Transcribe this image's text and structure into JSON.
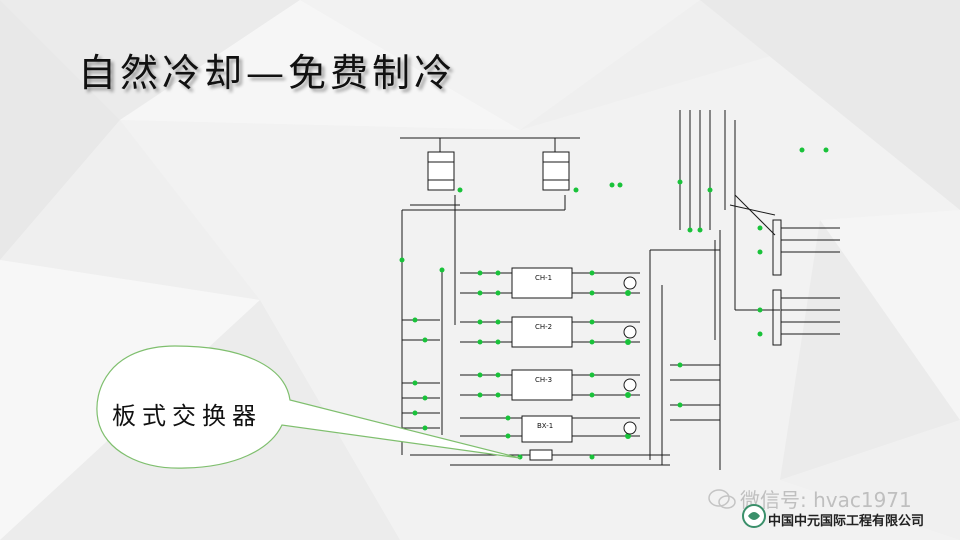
{
  "slide": {
    "title": "自然冷却—免费制冷",
    "callout_label": "板式交换器",
    "watermark": "微信号: hvac1971",
    "company": "中国中元国际工程有限公司"
  },
  "diagram": {
    "units": [
      {
        "label": "CH-1"
      },
      {
        "label": "CH-2"
      },
      {
        "label": "CH-3"
      },
      {
        "label": "BX-1"
      }
    ]
  },
  "colors": {
    "line": "#1a1a1a",
    "valve_green": "#19c23a",
    "callout": "#7fbf6e",
    "background": "#f3f3f3"
  },
  "icons": [
    "cooling-tower-icon",
    "valve-icon",
    "pump-icon",
    "wechat-icon",
    "company-logo-icon"
  ]
}
